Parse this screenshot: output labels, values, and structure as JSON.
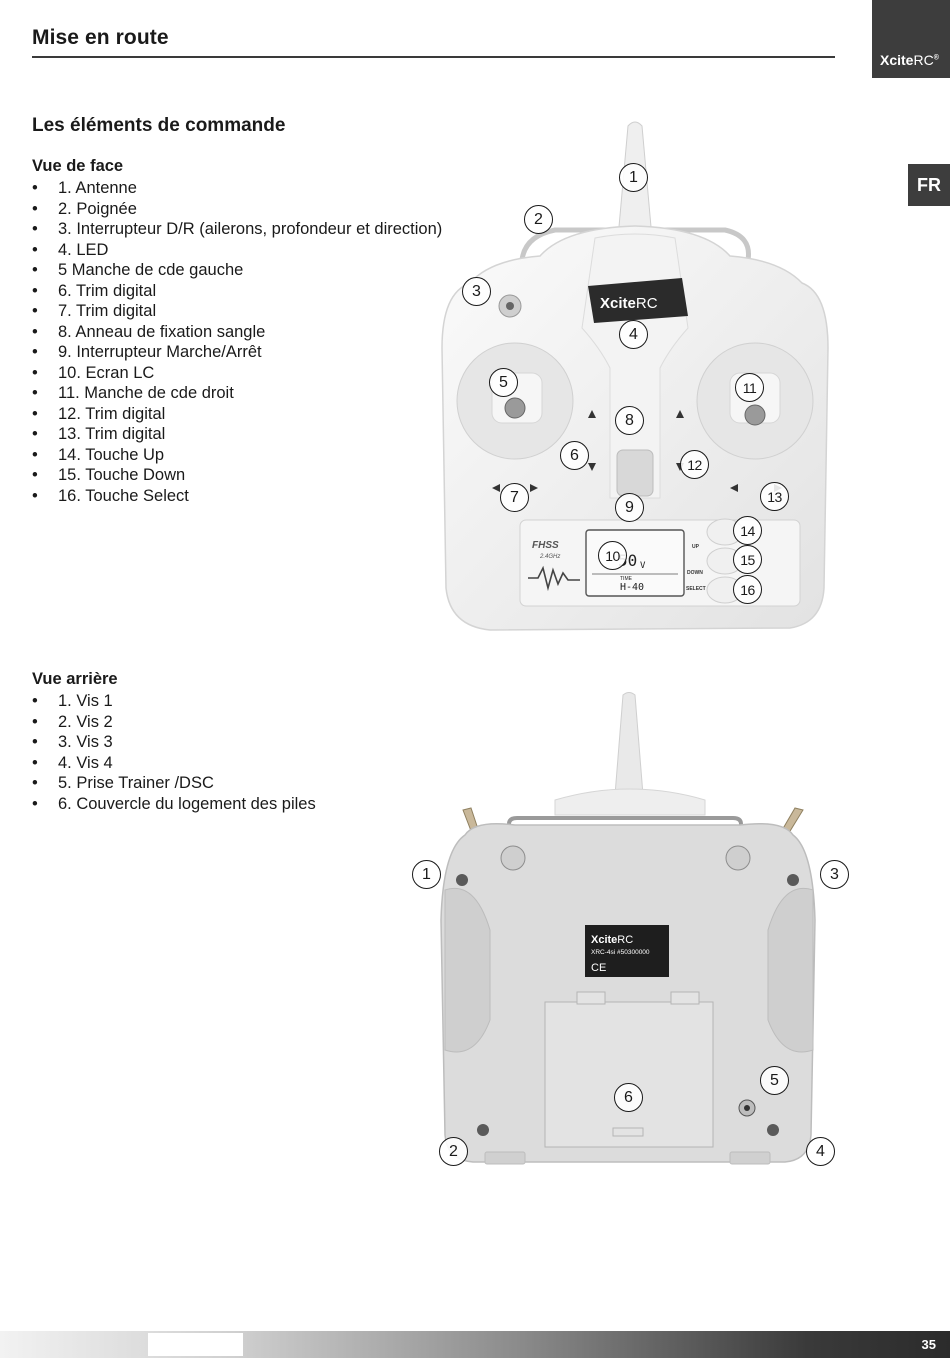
{
  "header": {
    "title": "Mise en route",
    "brand_bold": "Xcite",
    "brand_light": "RC",
    "brand_mark": "®",
    "lang": "FR"
  },
  "section": {
    "heading": "Les éléments de commande"
  },
  "front": {
    "heading": "Vue de face",
    "items": [
      "1. Antenne",
      "2. Poignée",
      "3. Interrupteur D/R (ailerons, profondeur et direction)",
      "4. LED",
      "5 Manche de cde gauche",
      "6. Trim digital",
      "7. Trim digital",
      "8. Anneau de fixation sangle",
      "9. Interrupteur Marche/Arrêt",
      "10. Ecran LC",
      "11. Manche de cde droit",
      "12. Trim digital",
      "13. Trim digital",
      "14. Touche Up",
      "15. Touche Down",
      "16. Touche Select"
    ],
    "device": {
      "logo_bold": "Xcite",
      "logo_light": "RC",
      "fhss": "FHSS",
      "fhss_sub": "2.4GHz",
      "btn_up": "UP",
      "btn_down": "DOWN",
      "btn_select": "SELECT",
      "lcd_value": "50",
      "lcd_unit": "V",
      "lcd_mode": "H-40",
      "lcd_time": "TIME"
    },
    "callouts": [
      "1",
      "2",
      "3",
      "4",
      "5",
      "6",
      "7",
      "8",
      "9",
      "10",
      "11",
      "12",
      "13",
      "14",
      "15",
      "16"
    ]
  },
  "back": {
    "heading": "Vue arrière",
    "items": [
      "1. Vis 1",
      "2. Vis 2",
      "3. Vis 3",
      "4. Vis 4",
      "5. Prise Trainer /DSC",
      "6. Couvercle du logement des piles"
    ],
    "label": {
      "brand_bold": "Xcite",
      "brand_light": "RC",
      "model": "XRC-4si  #50300000",
      "ce": "CE"
    },
    "callouts": [
      "1",
      "2",
      "3",
      "4",
      "5",
      "6"
    ]
  },
  "footer": {
    "page": "35"
  }
}
